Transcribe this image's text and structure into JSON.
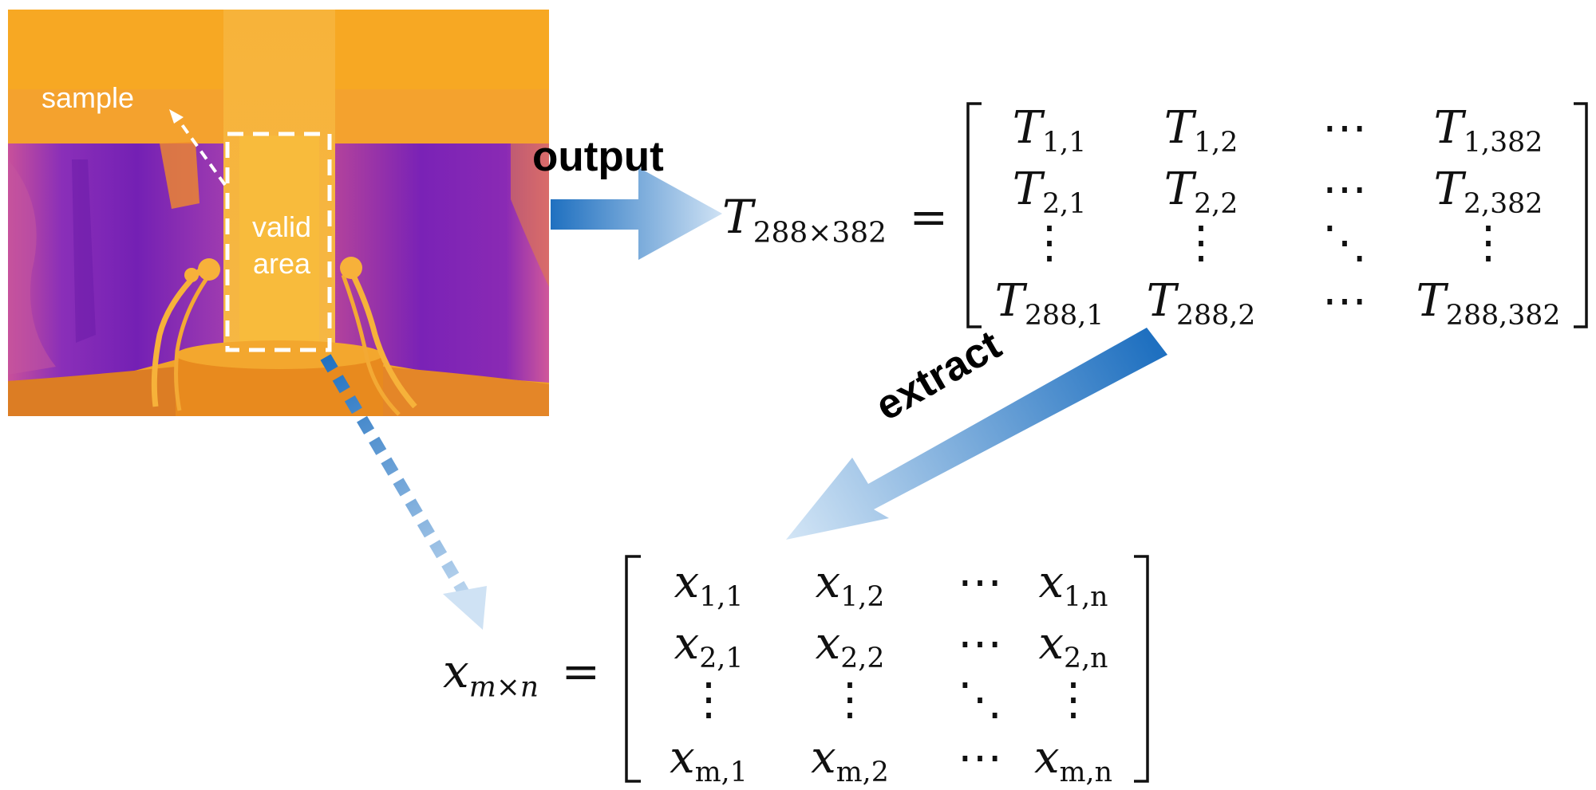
{
  "photo": {
    "sample_label": "sample",
    "valid_area_label_line1": "valid",
    "valid_area_label_line2": "area"
  },
  "arrows": {
    "output_label": "output",
    "extract_label": "extract"
  },
  "matrix_T": {
    "lhs_symbol": "T",
    "lhs_subscript": "288×382",
    "equals": "=",
    "rows": [
      [
        {
          "s": "T",
          "sub": "1,1"
        },
        {
          "s": "T",
          "sub": "1,2"
        },
        {
          "s": "⋯",
          "sub": ""
        },
        {
          "s": "T",
          "sub": "1,382"
        }
      ],
      [
        {
          "s": "T",
          "sub": "2,1"
        },
        {
          "s": "T",
          "sub": "2,2"
        },
        {
          "s": "⋯",
          "sub": ""
        },
        {
          "s": "T",
          "sub": "2,382"
        }
      ],
      [
        {
          "s": "⋮",
          "sub": ""
        },
        {
          "s": "⋮",
          "sub": ""
        },
        {
          "s": "⋱",
          "sub": ""
        },
        {
          "s": "⋮",
          "sub": ""
        }
      ],
      [
        {
          "s": "T",
          "sub": "288,1"
        },
        {
          "s": "T",
          "sub": "288,2"
        },
        {
          "s": "⋯",
          "sub": ""
        },
        {
          "s": "T",
          "sub": "288,382"
        }
      ]
    ]
  },
  "matrix_x": {
    "lhs_symbol": "x",
    "lhs_subscript": "m×n",
    "equals": "=",
    "rows": [
      [
        {
          "s": "x",
          "sub": "1,1"
        },
        {
          "s": "x",
          "sub": "1,2"
        },
        {
          "s": "⋯",
          "sub": ""
        },
        {
          "s": "x",
          "sub": "1,n"
        }
      ],
      [
        {
          "s": "x",
          "sub": "2,1"
        },
        {
          "s": "x",
          "sub": "2,2"
        },
        {
          "s": "⋯",
          "sub": ""
        },
        {
          "s": "x",
          "sub": "2,n"
        }
      ],
      [
        {
          "s": "⋮",
          "sub": ""
        },
        {
          "s": "⋮",
          "sub": ""
        },
        {
          "s": "⋱",
          "sub": ""
        },
        {
          "s": "⋮",
          "sub": ""
        }
      ],
      [
        {
          "s": "x",
          "sub": "m,1"
        },
        {
          "s": "x",
          "sub": "m,2"
        },
        {
          "s": "⋯",
          "sub": ""
        },
        {
          "s": "x",
          "sub": "m,n"
        }
      ]
    ]
  },
  "colors": {
    "arrow_blue": "#1d6fbe",
    "arrow_light": "#cfe3f5",
    "thermal_orange": "#f29a1c",
    "thermal_purple": "#7a1fb0"
  }
}
